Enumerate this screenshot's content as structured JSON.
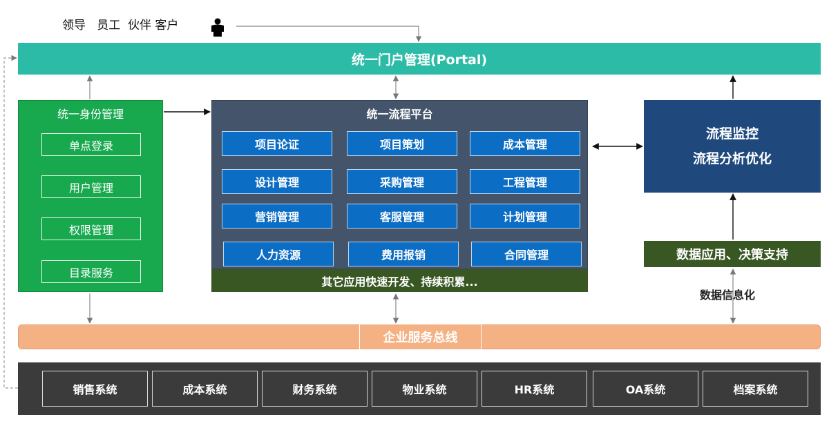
{
  "users_label": "领导   员工  伙伴 客户",
  "portal": {
    "label": "统一门户管理(Portal)"
  },
  "identity": {
    "title": "统一身份管理",
    "items": [
      "单点登录",
      "用户管理",
      "权限管理",
      "目录服务"
    ]
  },
  "workflow": {
    "title": "统一流程平台",
    "modules": [
      "项目论证",
      "项目策划",
      "成本管理",
      "设计管理",
      "采购管理",
      "工程管理",
      "营销管理",
      "客服管理",
      "计划管理",
      "人力资源",
      "费用报销",
      "合同管理"
    ],
    "other_apps": "其它应用快速开发、持续积累..."
  },
  "monitor": {
    "line1": "流程监控",
    "line2": "流程分析优化"
  },
  "decision": {
    "label": "数据应用、决策支持"
  },
  "datainfo": {
    "label": "数据信息化"
  },
  "bus": {
    "label": "企业服务总线"
  },
  "systems": [
    "销售系统",
    "成本系统",
    "财务系统",
    "物业系统",
    "HR系统",
    "OA系统",
    "档案系统"
  ],
  "colors": {
    "portal": "#2bbba6",
    "identity": "#18a94f",
    "workflow": "#44546a",
    "module": "#0b6dc4",
    "dark_green": "#385723",
    "monitor": "#1f497d",
    "bus": "#f4b183",
    "systems": "#3b3b3b"
  },
  "icons": [
    "person-icon"
  ]
}
